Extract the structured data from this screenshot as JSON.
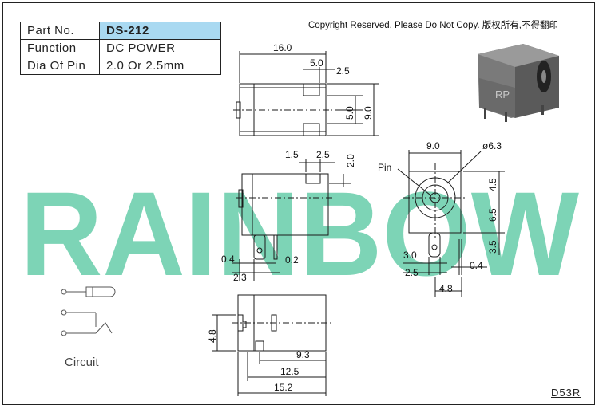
{
  "part_table": {
    "rows": [
      {
        "label": "Part No.",
        "value": "DS-212"
      },
      {
        "label": "Function",
        "value": "DC POWER"
      },
      {
        "label": "Dia Of Pin",
        "value": "2.0 Or 2.5mm"
      }
    ]
  },
  "copyright": "Copyright Reserved, Please Do Not Copy. 版权所有,不得翻印",
  "watermark": "RAINBOW",
  "product_badge": "RP",
  "drawing_code": "D53R",
  "circuit_label": "Circuit",
  "top_view": {
    "overall": "16.0",
    "slot": "5.0",
    "gap": "2.5",
    "height_inner": "5.0",
    "height_outer": "9.0"
  },
  "side_view": {
    "a": "1.5",
    "b": "2.5",
    "c": "2.0",
    "d": "0.4",
    "e": "0.2",
    "f": "2.3"
  },
  "front_view": {
    "pin_label": "Pin",
    "width": "9.0",
    "diameter": "ø6.3",
    "h1": "4.5",
    "h2": "6.5",
    "h3": "3.5",
    "w1": "3.0",
    "w2": "2.5",
    "w3": "0.4",
    "w4": "4.8"
  },
  "bottom_view": {
    "height": "4.8",
    "d1": "9.3",
    "d2": "12.5",
    "d3": "15.2"
  },
  "colors": {
    "watermark": "#7dd4b6",
    "highlight": "#a9d9f1",
    "line": "#1a1a1a"
  }
}
